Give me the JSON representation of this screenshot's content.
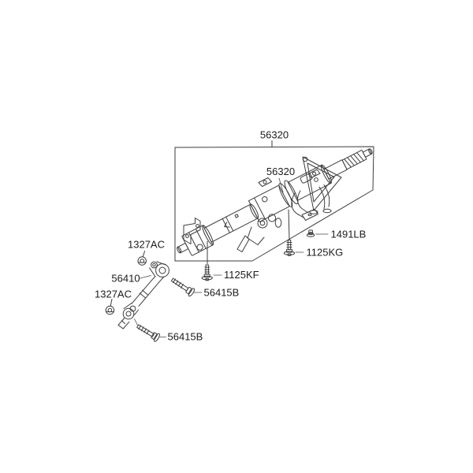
{
  "diagram": {
    "type": "exploded-parts-diagram",
    "subject": "steering column and intermediate shaft",
    "colors": {
      "background": "#ffffff",
      "line": "#3d3d3d",
      "text": "#1c1c1c"
    },
    "labels": {
      "assembly": "56320",
      "column_tube": "56320",
      "retainer": "1491LB",
      "bolt_1125kg": "1125KG",
      "bolt_1125kf": "1125KF",
      "nut_1327ac_upper": "1327AC",
      "nut_1327ac_lower": "1327AC",
      "intermediate_shaft": "56410",
      "bolt_56415b_upper": "56415B",
      "bolt_56415b_lower": "56415B"
    }
  }
}
